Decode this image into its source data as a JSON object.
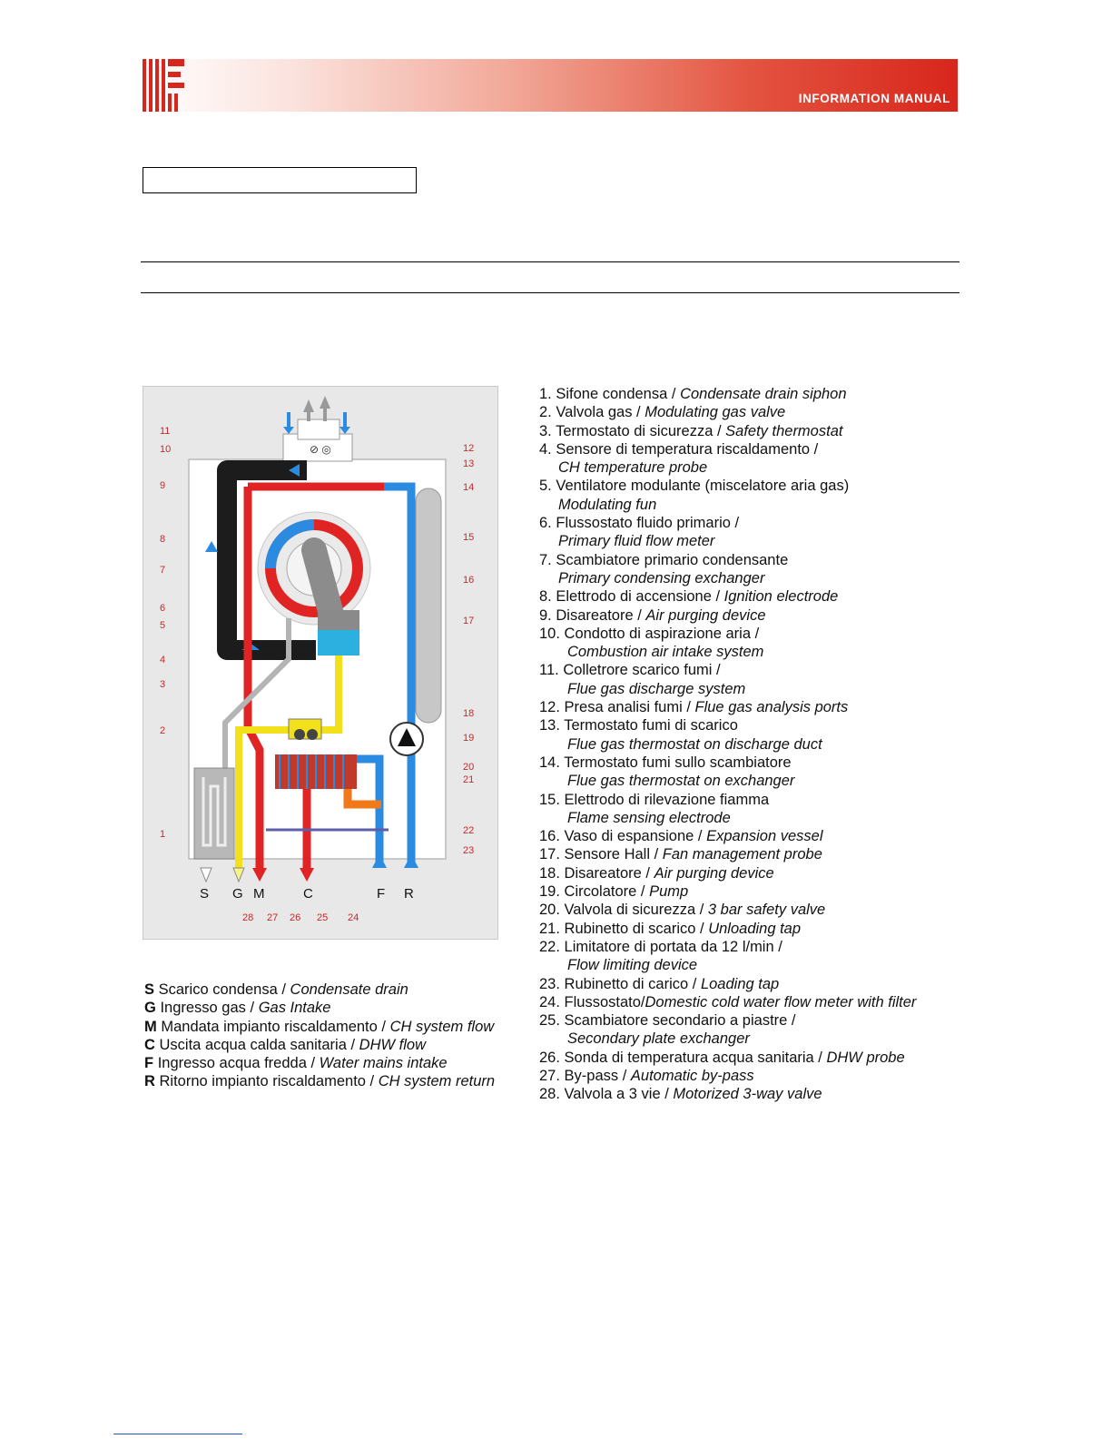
{
  "header": {
    "title": "INFORMATION MANUAL"
  },
  "diagram": {
    "left_labels": [
      "11",
      "10",
      "9",
      "8",
      "7",
      "6",
      "5",
      "4",
      "3",
      "2",
      "1"
    ],
    "right_labels": [
      "12",
      "13",
      "14",
      "15",
      "16",
      "17",
      "18",
      "19",
      "20",
      "21",
      "22",
      "23"
    ],
    "bottom_labels": [
      "28",
      "27",
      "26",
      "25",
      "24"
    ],
    "ports": [
      "S",
      "G",
      "M",
      "C",
      "F",
      "R"
    ]
  },
  "legend": [
    {
      "key": "S",
      "it": "Scarico condensa",
      "en": "Condensate drain"
    },
    {
      "key": "G",
      "it": "Ingresso gas",
      "en": "Gas Intake"
    },
    {
      "key": "M",
      "it": "Mandata impianto riscaldamento",
      "en": "CH system flow"
    },
    {
      "key": "C",
      "it": "Uscita acqua calda sanitaria",
      "en": "DHW flow"
    },
    {
      "key": "F",
      "it": "Ingresso acqua fredda",
      "en": "Water mains intake"
    },
    {
      "key": "R",
      "it": "Ritorno impianto riscaldamento",
      "en": "CH system return"
    }
  ],
  "parts": [
    {
      "n": "1.",
      "it": "Sifone condensa /",
      "en": "Condensate drain siphon"
    },
    {
      "n": "2.",
      "it": "Valvola gas /",
      "en": "Modulating gas valve"
    },
    {
      "n": "3.",
      "it": "Termostato di sicurezza /",
      "en": "Safety thermostat"
    },
    {
      "n": "4.",
      "it": "Sensore di temperatura riscaldamento /",
      "en": ""
    },
    {
      "cont": true,
      "en": "CH temperature probe"
    },
    {
      "n": "5.",
      "it": "Ventilatore modulante (miscelatore aria gas)",
      "en": ""
    },
    {
      "cont": true,
      "en": "Modulating fun"
    },
    {
      "n": "6.",
      "it": "Flussostato fluido primario /",
      "en": ""
    },
    {
      "cont": true,
      "en": "Primary fluid flow meter"
    },
    {
      "n": "7.",
      "it": "Scambiatore primario condensante",
      "en": ""
    },
    {
      "cont": true,
      "en": "Primary condensing exchanger"
    },
    {
      "n": "8.",
      "it": "Elettrodo di accensione /",
      "en": "Ignition electrode"
    },
    {
      "n": "9.",
      "it": "Disareatore /",
      "en": "Air purging device"
    },
    {
      "n": "10.",
      "it": "Condotto di aspirazione aria /",
      "en": ""
    },
    {
      "cont2": true,
      "en": "Combustion air intake system"
    },
    {
      "n": "11.",
      "it": "Colletrore scarico fumi /",
      "en": ""
    },
    {
      "cont2": true,
      "en": "Flue gas discharge system"
    },
    {
      "n": "12.",
      "it": "Presa analisi fumi /",
      "en": "Flue gas analysis ports"
    },
    {
      "n": "13.",
      "it": "Termostato fumi di scarico",
      "en": ""
    },
    {
      "cont2": true,
      "en": "Flue gas thermostat on discharge duct"
    },
    {
      "n": "14.",
      "it": "Termostato fumi sullo scambiatore",
      "en": ""
    },
    {
      "cont2": true,
      "en": "Flue gas thermostat on exchanger"
    },
    {
      "n": "15.",
      "it": "Elettrodo di rilevazione fiamma",
      "en": ""
    },
    {
      "cont2": true,
      "en": "Flame sensing electrode"
    },
    {
      "n": "16.",
      "it": "Vaso di espansione /",
      "en": "Expansion vessel"
    },
    {
      "n": "17.",
      "it": "Sensore Hall /",
      "en": "Fan management probe"
    },
    {
      "n": "18.",
      "it": "Disareatore /",
      "en": "Air purging device"
    },
    {
      "n": "19.",
      "it": "Circolatore /",
      "en": "Pump"
    },
    {
      "n": "20.",
      "it": "Valvola di sicurezza /",
      "en": "3 bar safety valve"
    },
    {
      "n": "21.",
      "it": "Rubinetto di scarico /",
      "en": "Unloading tap"
    },
    {
      "n": "22.",
      "it": "Limitatore di portata da 12 l/min /",
      "en": ""
    },
    {
      "cont2": true,
      "en": "Flow limiting device"
    },
    {
      "n": "23.",
      "it": "Rubinetto di carico /",
      "en": "Loading tap"
    },
    {
      "n": "24.",
      "it": "Flussostato/",
      "en": "Domestic cold water flow meter with filter",
      "nospace": true
    },
    {
      "n": "25.",
      "it": "Scambiatore secondario a piastre /",
      "en": ""
    },
    {
      "cont2": true,
      "en": "Secondary plate exchanger"
    },
    {
      "n": "26.",
      "it": "Sonda di temperatura acqua sanitaria /",
      "en": "DHW probe"
    },
    {
      "n": "27.",
      "it": "By-pass /",
      "en": "Automatic by-pass"
    },
    {
      "n": "28.",
      "it": "Valvola a 3 vie /",
      "en": "Motorized 3-way valve"
    }
  ]
}
